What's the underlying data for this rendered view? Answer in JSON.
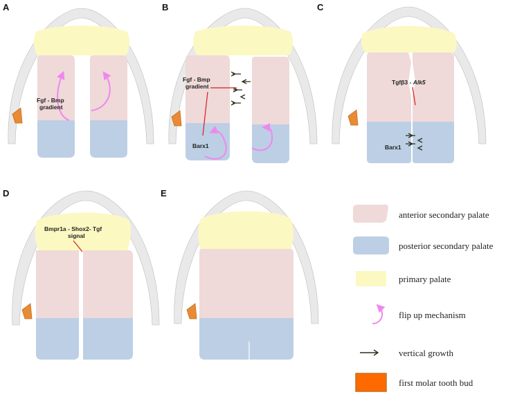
{
  "panels": {
    "A": {
      "letter": "A",
      "label_line1": "Fgf - Bmp",
      "label_line2": "gradient"
    },
    "B": {
      "letter": "B",
      "label_line1": "Fgf - Bmp",
      "label_line2": "gradient",
      "label_gene": "Barx1"
    },
    "C": {
      "letter": "C",
      "label_prefix": "Tgfβ3",
      "label_suffix": " - Alk5",
      "label_gene": "Barx1"
    },
    "D": {
      "letter": "D",
      "label_line1": "Bmpr1a -  Shox2- Tgf",
      "label_line2": "signal"
    },
    "E": {
      "letter": "E"
    }
  },
  "legend": {
    "anterior": "anterior secondary palate",
    "posterior": "posterior secondary palate",
    "primary": "primary palate",
    "flip": "flip up mechanism",
    "vertical": "vertical growth",
    "molar": "first molar tooth bud"
  },
  "colors": {
    "anterior": "#efd9d9",
    "posterior": "#bccfe5",
    "primary": "#fbf8c2",
    "arch": "#e9e9e9",
    "flip_arrow": "#ee88ee",
    "vertical_arrow": "#2e2e18",
    "molar": "#e98a34",
    "molar_border": "#c27021",
    "molar_legend": "#ff6a00",
    "line": "#d62020"
  }
}
